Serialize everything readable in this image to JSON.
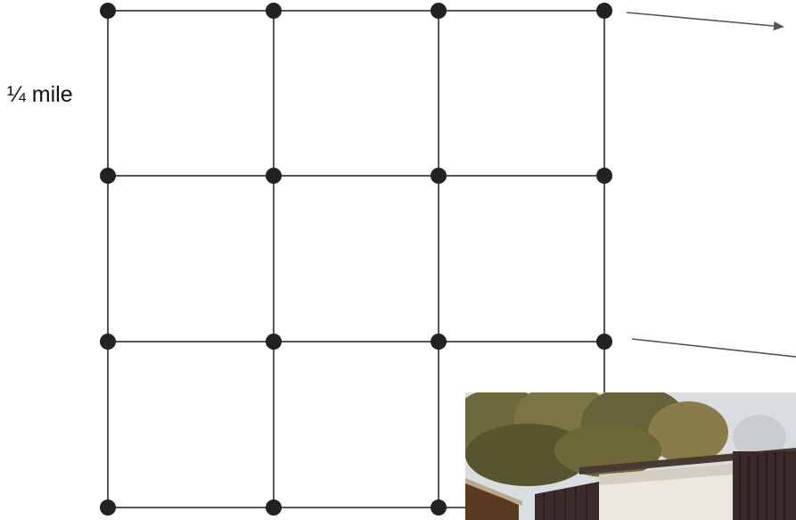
{
  "diagram": {
    "scale_label": "¼ mile",
    "grid_rows": 4,
    "grid_cols": 4,
    "colors": {
      "grid_line": "#555555",
      "node": "#222222",
      "arrow": "#555555"
    }
  },
  "photo": {
    "subject": "shipping-container-photo"
  }
}
